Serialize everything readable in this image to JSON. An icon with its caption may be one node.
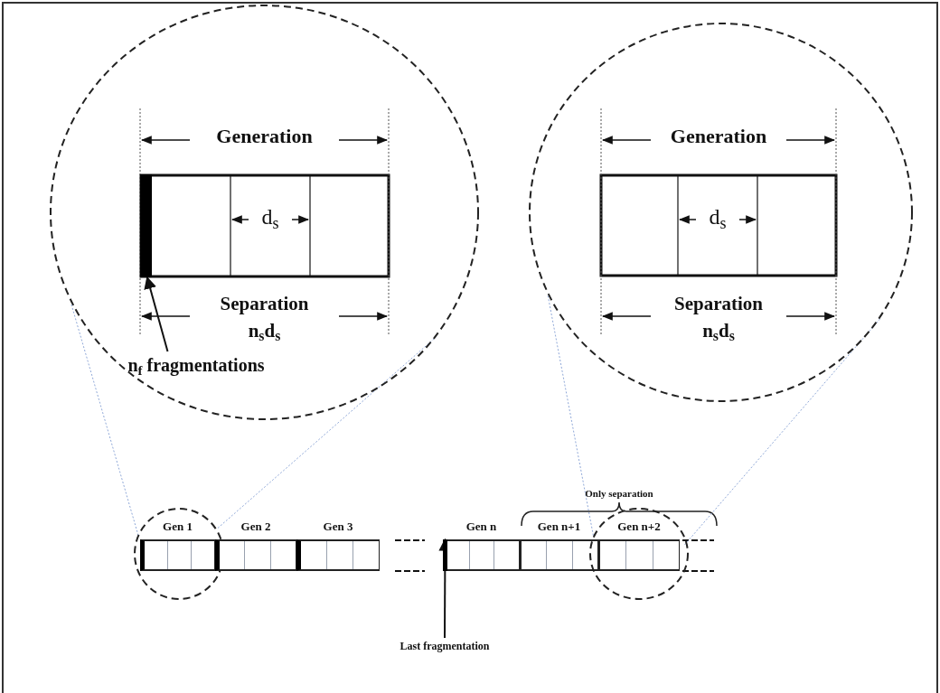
{
  "diagram": {
    "nodes": [
      {
        "text": [],
        "shape": "circle"
      },
      {
        "text": [],
        "shape": "bar",
        "in": 0
      },
      {
        "text": [
          "n$_{f}$ fragmentations"
        ],
        "in": 0
      },
      {
        "text": [],
        "shape": "circle"
      },
      {
        "text": [],
        "shape": "circle"
      },
      {
        "text": [
          "Gen 1"
        ],
        "in": 4
      },
      {
        "text": [
          "Gen 2"
        ]
      },
      {
        "text": [
          "Gen 3"
        ]
      },
      {
        "text": [
          "Gen n"
        ]
      },
      {
        "text": [
          "Gen n+1"
        ]
      },
      {
        "text": [],
        "shape": "circle"
      },
      {
        "text": [
          "Gen n+2"
        ],
        "in": 10
      },
      {
        "text": [
          "Last fragmentation"
        ]
      },
      {
        "text": [],
        "shape": "bar",
        "in": 8
      }
    ],
    "edges": [
      {
        "from": 2,
        "to": 1,
        "arrow": "to",
        "color": "#111111"
      },
      {
        "from": 12,
        "to": 13,
        "arrow": "to",
        "color": "#111111"
      },
      {
        "from": 4,
        "to": 0,
        "arrow": "none",
        "style": "dashed",
        "color": "#8fa8d8"
      },
      {
        "from": 4,
        "to": 0,
        "arrow": "none",
        "style": "dashed",
        "color": "#8fa8d8"
      },
      {
        "from": 10,
        "to": 3,
        "arrow": "none",
        "style": "dashed",
        "color": "#8fa8d8"
      },
      {
        "from": 10,
        "to": 3,
        "arrow": "none",
        "style": "dashed",
        "color": "#8fa8d8"
      }
    ],
    "labels": [
      "Generation",
      "d$_{s}$",
      "Separation",
      "n$_{s}$d$_{s}$",
      "Generation",
      "d$_{s}$",
      "Separation",
      "n$_{s}$d$_{s}$",
      "Only separation"
    ]
  }
}
